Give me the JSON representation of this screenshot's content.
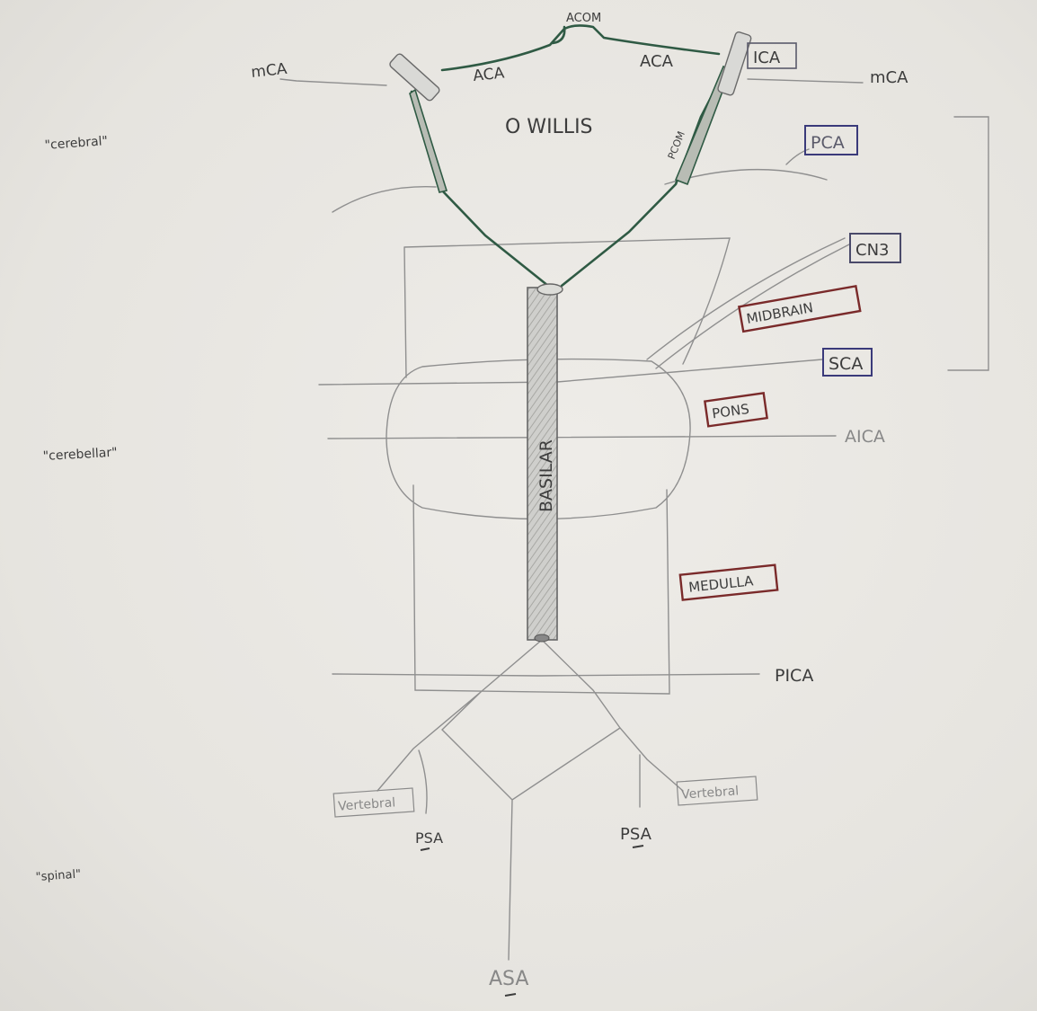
{
  "labels": {
    "acom": "ACOM",
    "aca_left": "ACA",
    "aca_right": "ACA",
    "mca_left": "mCA",
    "mca_right": "mCA",
    "ica": "ICA",
    "willis": "O WILLIS",
    "pcom": "PCOM",
    "pca": "PCA",
    "cn3": "CN3",
    "midbrain": "MIDBRAIN",
    "sca": "SCA",
    "pons": "PONS",
    "aica": "AICA",
    "basilar": "BASILAR",
    "medulla": "MEDULLA",
    "pica": "PICA",
    "vertebral_left": "Vertebral",
    "vertebral_right": "Vertebral",
    "psa_left": "PSA",
    "psa_right": "PSA",
    "asa": "ASA"
  },
  "region_labels": {
    "cerebral": "\"cerebral\"",
    "cerebellar": "\"cerebellar\"",
    "spinal": "\"spinal\""
  },
  "colors": {
    "paper": "#e7e5e0",
    "pencil": "#8a8a8a",
    "green_ink": "#2f5a44",
    "blue_box": "#3a3a7a",
    "red_box": "#7a2a2a"
  }
}
